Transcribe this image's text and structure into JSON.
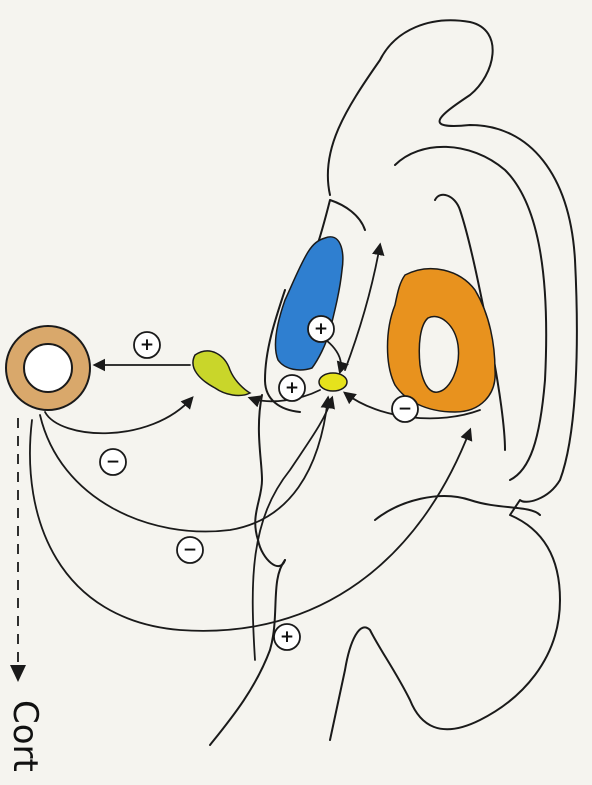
{
  "diagram": {
    "signs": [
      {
        "id": "sign-1",
        "symbol": "+"
      },
      {
        "id": "sign-2",
        "symbol": "+"
      },
      {
        "id": "sign-3",
        "symbol": "+"
      },
      {
        "id": "sign-4",
        "symbol": "−"
      },
      {
        "id": "sign-5",
        "symbol": "−"
      },
      {
        "id": "sign-6",
        "symbol": "−"
      },
      {
        "id": "sign-7",
        "symbol": "+"
      }
    ],
    "cort_label": "Cort",
    "colors": {
      "blue_region": "#2f7fd0",
      "orange_region": "#e8921e",
      "yellow_green_gland": "#c9d62a",
      "yellow_nucleus": "#e6e21c",
      "ring": "#d9a86b"
    }
  }
}
